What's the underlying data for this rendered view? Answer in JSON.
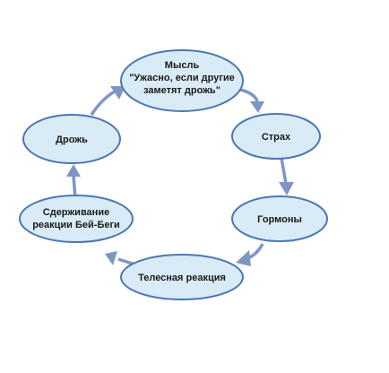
{
  "diagram": {
    "nodes": {
      "thought": {
        "line1": "Мысль",
        "line2": "\"Ужасно, если другие",
        "line3": "заметят дрожь\""
      },
      "fear": {
        "label": "Страх"
      },
      "hormones": {
        "label": "Гормоны"
      },
      "body_reaction": {
        "label": "Телесная реакция"
      },
      "suppression": {
        "line1": "Сдерживание",
        "line2": "реакции Бей-Беги"
      },
      "trembling": {
        "label": "Дрожь"
      }
    },
    "colors": {
      "node_fill": "#d9ebf7",
      "node_stroke": "#4d77b3",
      "arrow": "#7f96c5"
    }
  }
}
